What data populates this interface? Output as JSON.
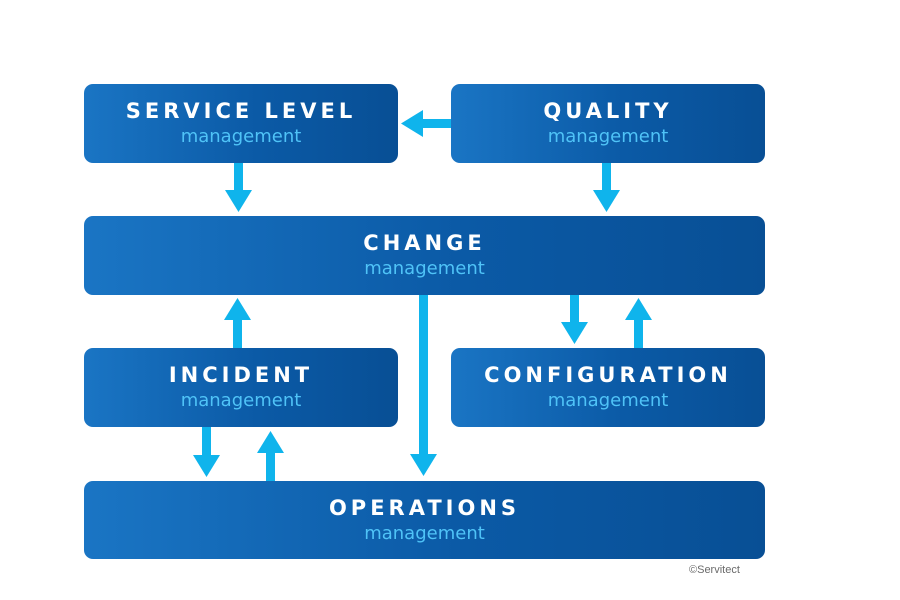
{
  "diagram": {
    "boxes": {
      "service_level": {
        "title": "SERVICE LEVEL",
        "subtitle": "management"
      },
      "quality": {
        "title": "QUALITY",
        "subtitle": "management"
      },
      "change": {
        "title": "CHANGE",
        "subtitle": "management"
      },
      "incident": {
        "title": "INCIDENT",
        "subtitle": "management"
      },
      "configuration": {
        "title": "CONFIGURATION",
        "subtitle": "management"
      },
      "operations": {
        "title": "OPERATIONS",
        "subtitle": "management"
      }
    },
    "connections": [
      {
        "from": "quality",
        "to": "service_level"
      },
      {
        "from": "service_level",
        "to": "change"
      },
      {
        "from": "quality",
        "to": "change"
      },
      {
        "from": "incident",
        "to": "change"
      },
      {
        "from": "change",
        "to": "configuration"
      },
      {
        "from": "configuration",
        "to": "change"
      },
      {
        "from": "change",
        "to": "operations"
      },
      {
        "from": "incident",
        "to": "operations"
      },
      {
        "from": "operations",
        "to": "incident"
      }
    ],
    "copyright": "©Servitect"
  },
  "colors": {
    "box_fill": "#0b5aa6",
    "title_text": "#ffffff",
    "subtitle_text": "#4fc3f7",
    "arrow": "#0fb4ec"
  }
}
